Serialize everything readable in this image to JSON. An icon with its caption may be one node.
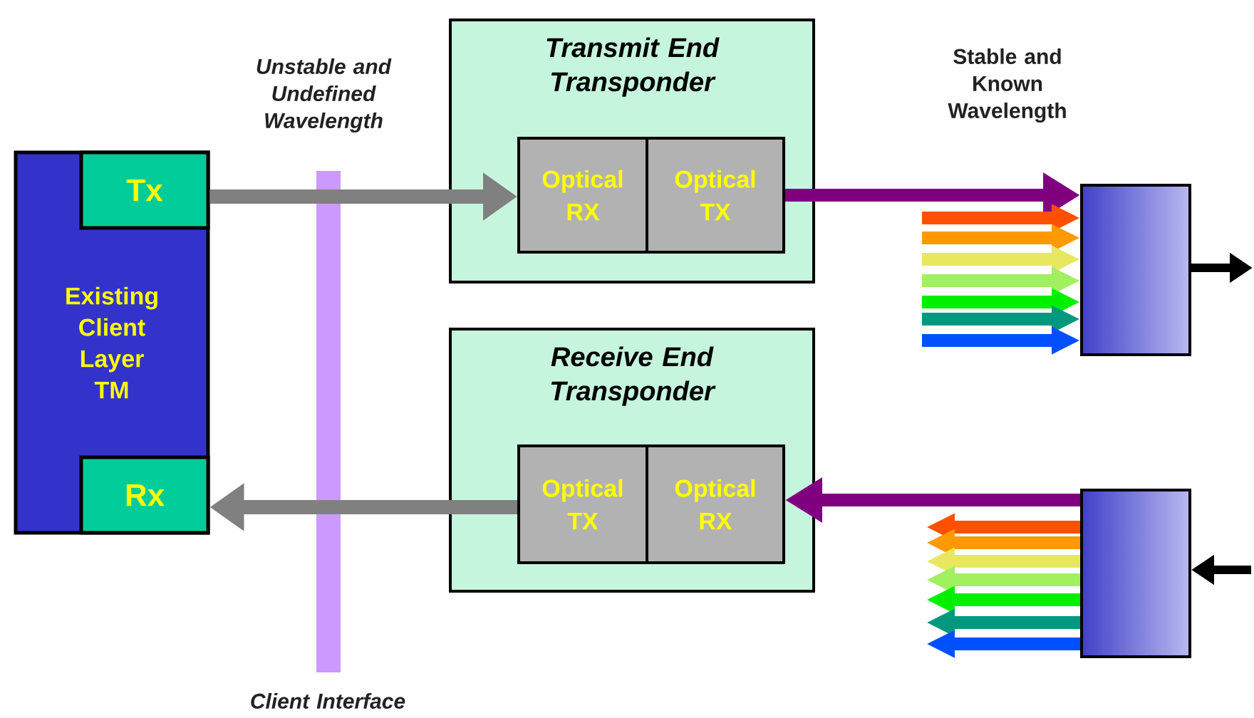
{
  "diagram": {
    "nodes": [
      {
        "text": [
          "Existing Client Layer TM"
        ]
      },
      {
        "text": [
          "Tx"
        ],
        "in": 0
      },
      {
        "text": [
          "Rx"
        ],
        "in": 0
      },
      {
        "text": [
          "Transmit End Transponder"
        ]
      },
      {
        "text": [
          "Optical RX"
        ],
        "in": 3
      },
      {
        "text": [
          "Optical TX"
        ],
        "in": 3
      },
      {
        "text": [
          "Receive End Transponder"
        ]
      },
      {
        "text": [
          "Optical TX"
        ],
        "in": 6
      },
      {
        "text": [
          "Optical RX"
        ],
        "in": 6
      },
      {
        "text": [],
        "shape": "box"
      },
      {
        "text": [],
        "shape": "box"
      }
    ],
    "edges": [
      {
        "from": 1,
        "to": 4,
        "arrow": "to",
        "color": "#808080"
      },
      {
        "from": 7,
        "to": 2,
        "arrow": "to",
        "color": "#808080"
      },
      {
        "from": 5,
        "to": 9,
        "arrow": "to",
        "color": "#800080"
      },
      {
        "from": 10,
        "to": 8,
        "arrow": "to",
        "color": "#800080"
      },
      {
        "from": 9,
        "to": null,
        "arrow": "to",
        "color": "#000000"
      },
      {
        "from": null,
        "to": 10,
        "arrow": "to",
        "color": "#000000"
      },
      {
        "from": null,
        "to": 9,
        "arrow": "to",
        "color": "#ff5000"
      },
      {
        "from": null,
        "to": 9,
        "arrow": "to",
        "color": "#ff9900"
      },
      {
        "from": null,
        "to": 9,
        "arrow": "to",
        "color": "#e8e860"
      },
      {
        "from": null,
        "to": 9,
        "arrow": "to",
        "color": "#a0f060"
      },
      {
        "from": null,
        "to": 9,
        "arrow": "to",
        "color": "#00f000"
      },
      {
        "from": null,
        "to": 9,
        "arrow": "to",
        "color": "#009980"
      },
      {
        "from": null,
        "to": 9,
        "arrow": "to",
        "color": "#0050ff"
      },
      {
        "from": 10,
        "to": null,
        "arrow": "to",
        "color": "#ff5000"
      },
      {
        "from": 10,
        "to": null,
        "arrow": "to",
        "color": "#ff9900"
      },
      {
        "from": 10,
        "to": null,
        "arrow": "to",
        "color": "#e8e860"
      },
      {
        "from": 10,
        "to": null,
        "arrow": "to",
        "color": "#a0f060"
      },
      {
        "from": 10,
        "to": null,
        "arrow": "to",
        "color": "#00f000"
      },
      {
        "from": 10,
        "to": null,
        "arrow": "to",
        "color": "#009980"
      },
      {
        "from": 10,
        "to": null,
        "arrow": "to",
        "color": "#0050ff"
      }
    ],
    "labels": [
      "Unstable and Undefined Wavelength",
      "Stable and Known Wavelength",
      "Client Interface"
    ]
  }
}
